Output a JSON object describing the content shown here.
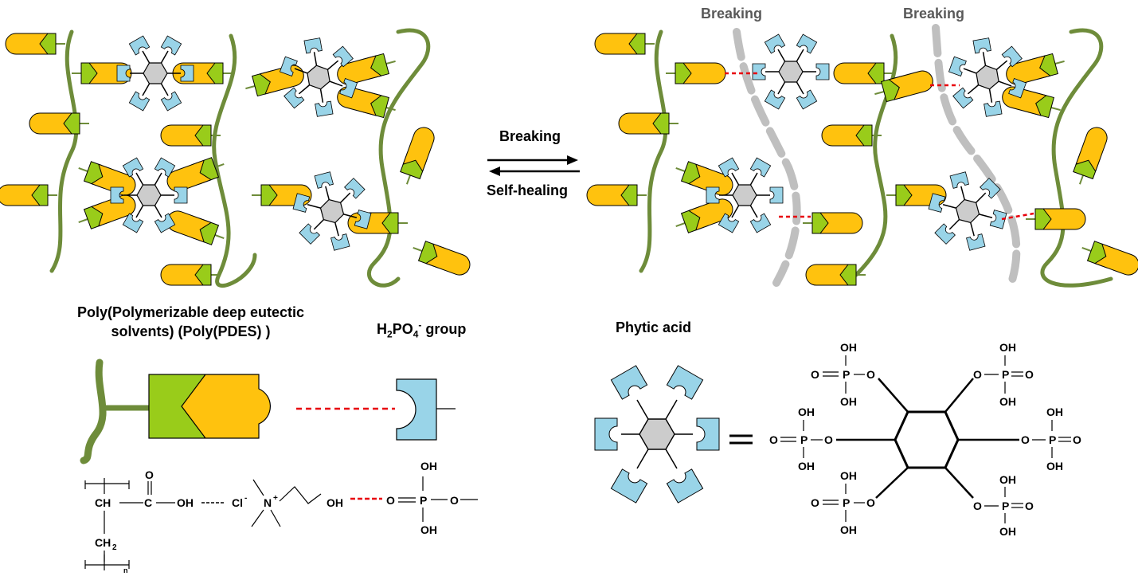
{
  "labels": {
    "breaking_top_1": "Breaking",
    "breaking_top_2": "Breaking",
    "arrow_forward": "Breaking",
    "arrow_backward": "Self-healing",
    "poly_title_line1": "Poly(Polymerizable deep eutectic",
    "poly_title_line2": "solvents) (Poly(PDES) )",
    "h2po4_prefix": "H",
    "h2po4_sub2": "2",
    "h2po4_po": "PO",
    "h2po4_sub4": "4",
    "h2po4_sup": "-",
    "h2po4_suffix": " group",
    "phytic_acid": "Phytic acid"
  },
  "chem": {
    "ch": "CH",
    "c": "C",
    "o_top": "O",
    "oh": "OH",
    "cl": "Cl",
    "cl_sup": "-",
    "n": "N",
    "n_sup": "+",
    "oh_choline": "OH",
    "o_eq": "O",
    "p": "P",
    "o_right": "O",
    "oh_top": "OH",
    "oh_bottom": "OH",
    "ch2": "CH",
    "ch2_sub": "2",
    "n_sub": "n"
  },
  "phytic": {
    "oh": "OH",
    "o": "O",
    "p": "P"
  },
  "colors": {
    "green_block": "#99cc1a",
    "yellow_block": "#ffc20e",
    "blue_receptor": "#99d4e8",
    "backbone": "#6e8c3a",
    "hexagon": "#cccccc",
    "dashed_red": "#e8000b",
    "crack": "#bfbfbf"
  }
}
